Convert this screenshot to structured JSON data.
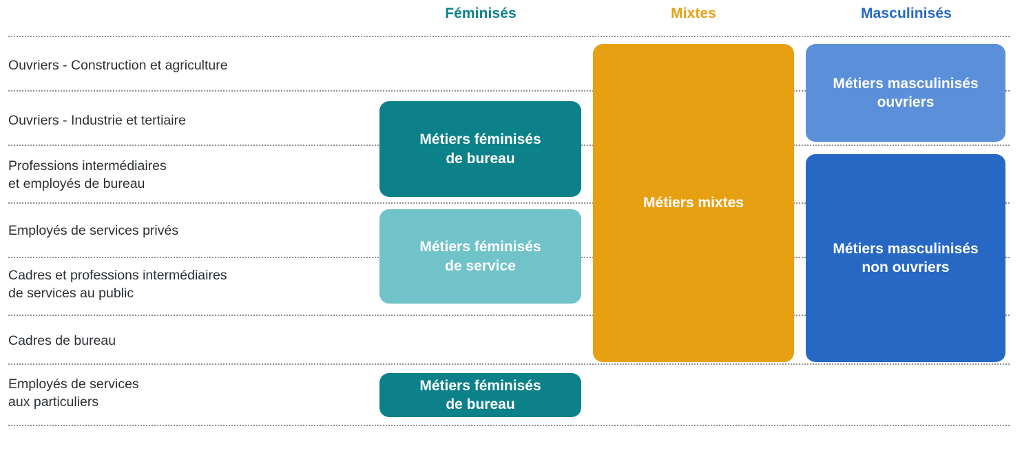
{
  "figure": {
    "type": "categorical-grid-diagram",
    "columns": [
      {
        "key": "feminises",
        "label": "Féminisés",
        "color": "#0C8189"
      },
      {
        "key": "mixtes",
        "label": "Mixtes",
        "color": "#E8A013"
      },
      {
        "key": "masculinises",
        "label": "Masculinisés",
        "color": "#2768C4"
      }
    ],
    "rows": [
      {
        "label": "Ouvriers - Construction et agriculture"
      },
      {
        "label": "Ouvriers - Industrie et tertiaire"
      },
      {
        "label": "Professions intermédiaires\net employés de bureau"
      },
      {
        "label": "Employés de services privés"
      },
      {
        "label": "Cadres et professions intermédiaires\nde services au public"
      },
      {
        "label": "Cadres de bureau"
      },
      {
        "label": "Employés de services\naux particuliers"
      }
    ],
    "boxes": [
      {
        "name": "metiers-feminises-de-bureau-top",
        "column": "feminises",
        "text": "Métiers féminisés\nde bureau",
        "color": "#0C8189",
        "rows_spanned": [
          "Ouvriers - Industrie et tertiaire",
          "Professions intermédiaires et employés de bureau"
        ]
      },
      {
        "name": "metiers-feminises-de-service",
        "column": "feminises",
        "text": "Métiers féminisés\nde service",
        "color": "#6FC3C9",
        "rows_spanned": [
          "Employés de services privés",
          "Cadres et professions intermédiaires de services au public"
        ]
      },
      {
        "name": "metiers-feminises-de-bureau-bottom",
        "column": "feminises",
        "text": "Métiers féminisés\nde bureau",
        "color": "#0C8189",
        "rows_spanned": [
          "Employés de services aux particuliers"
        ]
      },
      {
        "name": "metiers-mixtes",
        "column": "mixtes",
        "text": "Métiers mixtes",
        "color": "#E8A013",
        "rows_spanned": [
          "Ouvriers - Construction et agriculture",
          "Ouvriers - Industrie et tertiaire",
          "Professions intermédiaires et employés de bureau",
          "Employés de services privés",
          "Cadres et professions intermédiaires de services au public",
          "Cadres de bureau"
        ]
      },
      {
        "name": "metiers-masculinises-ouvriers",
        "column": "masculinises",
        "text": "Métiers masculinisés\nouvriers",
        "color": "#5B8FD9",
        "rows_spanned": [
          "Ouvriers - Construction et agriculture",
          "Ouvriers - Industrie et tertiaire"
        ]
      },
      {
        "name": "metiers-masculinises-non-ouvriers",
        "column": "masculinises",
        "text": "Métiers masculinisés\nnon ouvriers",
        "color": "#2768C4",
        "rows_spanned": [
          "Professions intermédiaires et employés de bureau",
          "Employés de services privés",
          "Cadres et professions intermédiaires de services au public",
          "Cadres de bureau"
        ]
      }
    ],
    "colors": {
      "teal_dark": "#0C8189",
      "teal_light": "#6FC3C9",
      "orange": "#E8A013",
      "blue_light": "#5B8FD9",
      "blue_dark": "#2768C4",
      "text_dark": "#2b3034",
      "divider": "#8d8d8d",
      "background": "#ffffff"
    }
  }
}
